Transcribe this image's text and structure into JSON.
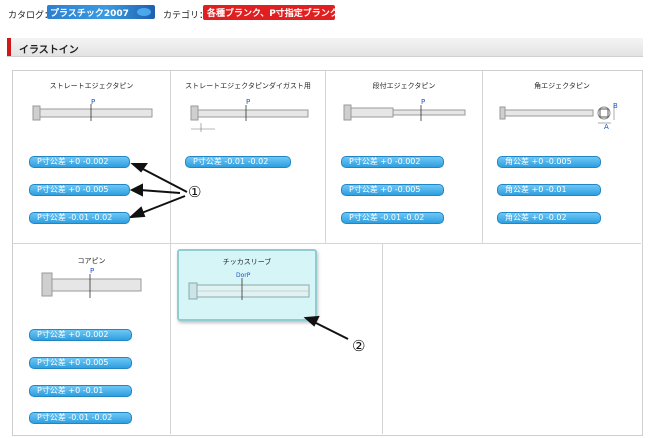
{
  "header": {
    "catalog_label": "カタログ：",
    "catalog_value": "プラスチック2007",
    "category_label": "カテゴリ：",
    "category_value": "各種ブランク、P寸指定ブランク"
  },
  "section": {
    "title": "イラストイン"
  },
  "items": [
    {
      "title": "ストレートエジェクタピン",
      "marker": "P",
      "options": [
        "P寸公差 +0 -0.002",
        "P寸公差 +0 -0.005",
        "P寸公差 -0.01 -0.02"
      ]
    },
    {
      "title": "ストレートエジェクタピンダイガスト用",
      "marker": "P",
      "options": [
        "P寸公差 -0.01 -0.02"
      ]
    },
    {
      "title": "段付エジェクタピン",
      "marker": "P",
      "options": [
        "P寸公差 +0 -0.002",
        "P寸公差 +0 -0.005",
        "P寸公差 -0.01 -0.02"
      ]
    },
    {
      "title": "角エジェクタピン",
      "marker_b": "B",
      "marker_a": "A",
      "options": [
        "角公差 +0 -0.005",
        "角公差 +0 -0.01",
        "角公差 +0 -0.02"
      ]
    },
    {
      "title": "コアピン",
      "marker": "P",
      "options": [
        "P寸公差 +0 -0.002",
        "P寸公差 +0 -0.005",
        "P寸公差 +0 -0.01",
        "P寸公差 -0.01 -0.02"
      ]
    },
    {
      "title": "チッカスリーブ",
      "marker": "DorP",
      "options": []
    }
  ],
  "callouts": {
    "one": "①",
    "two": "②"
  },
  "colors": {
    "accent_blue": "#2f9fe0",
    "category_red": "#e02020",
    "highlight_cyan": "#d6f5f7"
  }
}
